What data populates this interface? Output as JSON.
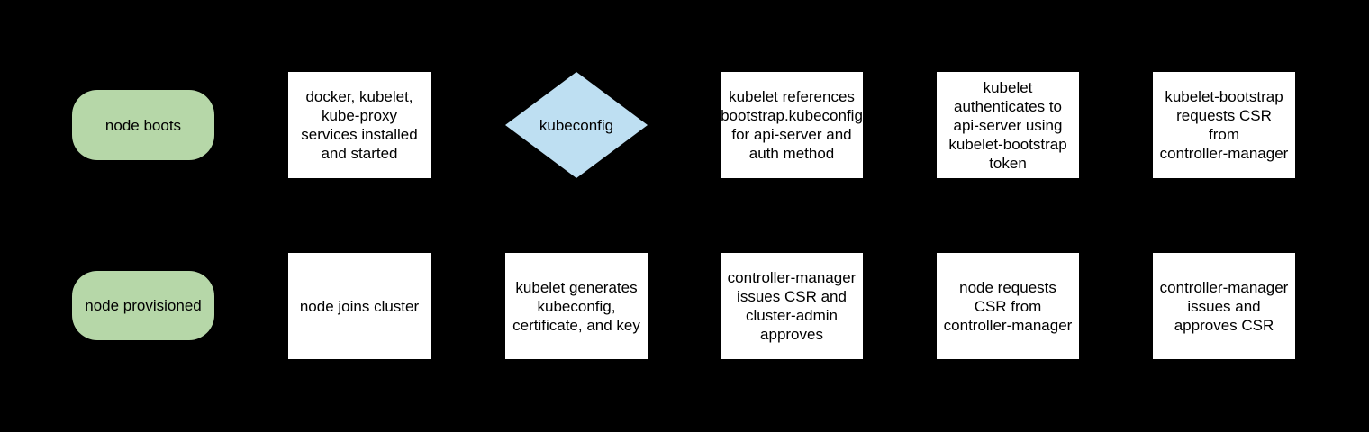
{
  "colors": {
    "background": "#000000",
    "terminator_fill": "#b6d7a8",
    "decision_fill": "#bedff2",
    "process_fill": "#ffffff",
    "text": "#000000"
  },
  "nodes": [
    {
      "id": "node-boots",
      "shape": "terminator",
      "label": "node boots"
    },
    {
      "id": "services-installed",
      "shape": "process",
      "label": "docker, kubelet,\nkube-proxy\nservices installed\nand started"
    },
    {
      "id": "kubeconfig-decision",
      "shape": "decision",
      "label": "kubeconfig"
    },
    {
      "id": "kubelet-references-bootstrap-kubeconfig",
      "shape": "process",
      "label": "kubelet references\nbootstrap.kubeconfig\nfor api-server and\nauth method"
    },
    {
      "id": "kubelet-authenticates",
      "shape": "process",
      "label": "kubelet\nauthenticates to\napi-server using\nkubelet-bootstrap\ntoken"
    },
    {
      "id": "kubelet-bootstrap-requests-csr",
      "shape": "process",
      "label": "kubelet-bootstrap\nrequests CSR\nfrom\ncontroller-manager"
    },
    {
      "id": "node-provisioned",
      "shape": "terminator",
      "label": "node provisioned"
    },
    {
      "id": "node-joins-cluster",
      "shape": "process",
      "label": "node joins cluster"
    },
    {
      "id": "kubelet-generates",
      "shape": "process",
      "label": "kubelet generates\nkubeconfig,\ncertificate, and key"
    },
    {
      "id": "controller-manager-issues-csr-admin-approves",
      "shape": "process",
      "label": "controller-manager\nissues CSR and\ncluster-admin\napproves"
    },
    {
      "id": "node-requests-csr",
      "shape": "process",
      "label": "node requests\nCSR from\ncontroller-manager"
    },
    {
      "id": "controller-manager-issues-approves-csr",
      "shape": "process",
      "label": "controller-manager\nissues and\napproves CSR"
    }
  ]
}
